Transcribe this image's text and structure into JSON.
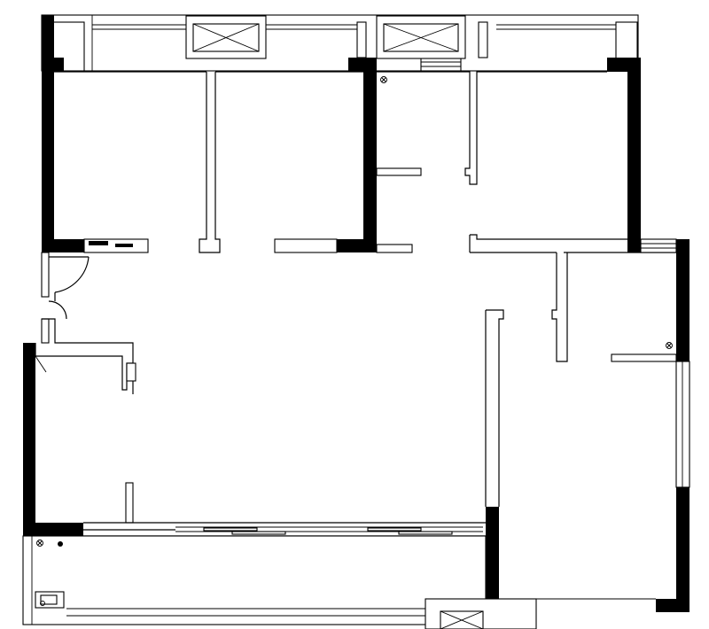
{
  "drawing": {
    "type": "floor-plan",
    "style": "black-and-white line drawing",
    "labels": []
  },
  "colors": {
    "background": "#ffffff",
    "wall": "#000000",
    "line": "#000000"
  },
  "symbols": [
    {
      "name": "ceiling-drain-icon",
      "count": 3
    },
    {
      "name": "ac-unit-box-icon",
      "count": 3
    },
    {
      "name": "floor-drain-icon",
      "count": 2
    }
  ]
}
